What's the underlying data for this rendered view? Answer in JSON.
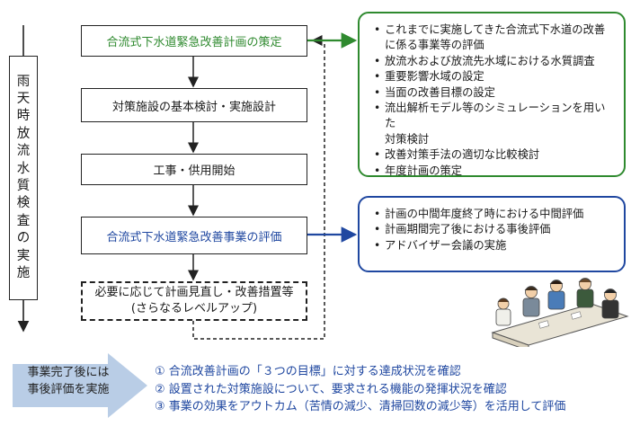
{
  "vertical_label": [
    "雨",
    "天",
    "時",
    "放",
    "流",
    "水",
    "質",
    "検",
    "査",
    "の",
    "実",
    "施"
  ],
  "flow": {
    "step1": "合流式下水道緊急改善計画の策定",
    "step2": "対策施設の基本検討・実施設計",
    "step3": "工事・供用開始",
    "step4": "合流式下水道緊急改善事業の評価",
    "step5_line1": "必要に応じて計画見直し・改善措置等",
    "step5_line2": "(さらなるレベルアップ)"
  },
  "green_box": {
    "items": [
      [
        "これまでに実施してきた合流式下水道の改善",
        "に係る事業等の評価"
      ],
      [
        "放流水および放流先水域における水質調査"
      ],
      [
        "重要影響水域の設定"
      ],
      [
        "当面の改善目標の設定"
      ],
      [
        "流出解析モデル等のシミュレーションを用いた",
        "対策検討"
      ],
      [
        "改善対策手法の適切な比較検討"
      ],
      [
        "年度計画の策定"
      ]
    ]
  },
  "blue_box": {
    "items": [
      "計画の中間年度終了時における中間評価",
      "計画期間完了後における事後評価",
      "アドバイザー会議の実施"
    ]
  },
  "bottom": {
    "arrow_line1": "事業完了後には",
    "arrow_line2": "事後評価を実施",
    "items": [
      "① 合流改善計画の「３つの目標」に対する達成状況を確認",
      "② 設置された対策施設について、要求される機能の発揮状況を確認",
      "③ 事業の効果をアウトカム（苦情の減少、清掃回数の減少等）を活用して評価"
    ]
  },
  "colors": {
    "green": "#2f8a2f",
    "blue": "#1f47a0",
    "arrow_fill": "#b9cde6"
  }
}
